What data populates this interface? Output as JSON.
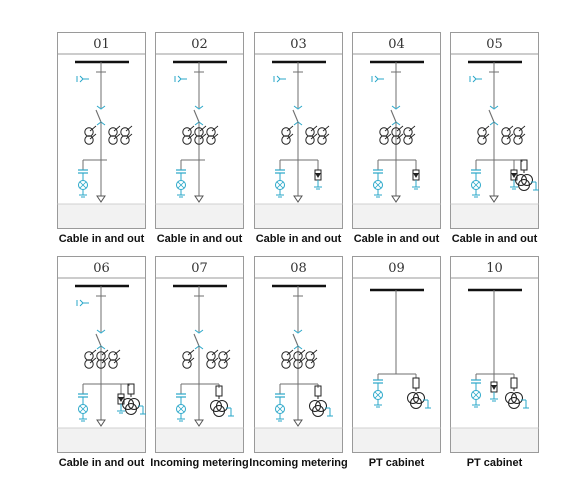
{
  "colors": {
    "border": "#9a9a9a",
    "line": "#6f6f6f",
    "busbar": "#111111",
    "accent": "#29a7c9",
    "foot": "#f2f2f2"
  },
  "cabinets": [
    {
      "number": "01",
      "caption": "Cable in and out",
      "scheme": "feeder",
      "ct": 2,
      "pt": false,
      "transformer": false
    },
    {
      "number": "02",
      "caption": "Cable in and out",
      "scheme": "feeder",
      "ct": 3,
      "pt": false,
      "transformer": false
    },
    {
      "number": "03",
      "caption": "Cable in and out",
      "scheme": "feeder",
      "ct": 2,
      "pt": true,
      "transformer": false
    },
    {
      "number": "04",
      "caption": "Cable in and out",
      "scheme": "feeder",
      "ct": 3,
      "pt": true,
      "transformer": false
    },
    {
      "number": "05",
      "caption": "Cable in and out",
      "scheme": "feeder",
      "ct": 2,
      "pt": true,
      "transformer": true
    },
    {
      "number": "06",
      "caption": "Cable in and out",
      "scheme": "feeder",
      "ct": 3,
      "pt": true,
      "transformer": true
    },
    {
      "number": "07",
      "caption": "Incoming metering",
      "scheme": "metering",
      "ct": 2,
      "pt": false,
      "transformer": true
    },
    {
      "number": "08",
      "caption": "Incoming metering",
      "scheme": "metering",
      "ct": 3,
      "pt": false,
      "transformer": true
    },
    {
      "number": "09",
      "caption": "PT cabinet",
      "scheme": "pt1",
      "ct": 0,
      "pt": false,
      "transformer": true
    },
    {
      "number": "10",
      "caption": "PT cabinet",
      "scheme": "pt2",
      "ct": 0,
      "pt": false,
      "transformer": true
    }
  ]
}
